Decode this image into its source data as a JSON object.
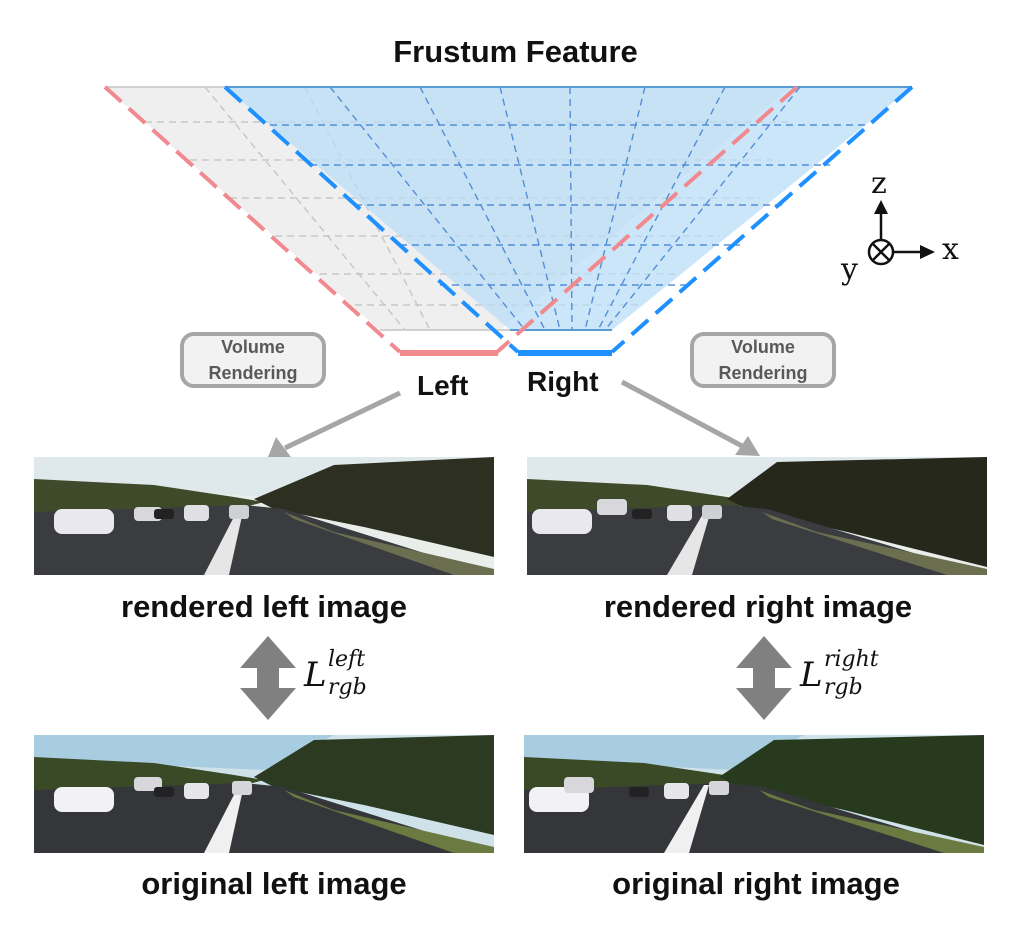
{
  "title": "Frustum Feature",
  "camera_labels": {
    "left": "Left",
    "right": "Right"
  },
  "volume_rendering": {
    "line1": "Volume",
    "line2": "Rendering"
  },
  "axes": {
    "z": "z",
    "y": "y",
    "x": "x"
  },
  "captions": {
    "rendered_left": "rendered left image",
    "rendered_right": "rendered right image",
    "original_left": "original left image",
    "original_right": "original right image"
  },
  "loss_left": {
    "base": "L",
    "sup": "left",
    "sub": "rgb"
  },
  "loss_right": {
    "base": "L",
    "sup": "right",
    "sub": "rgb"
  },
  "colors": {
    "left_camera": "#f08a8f",
    "right_camera": "#1e90ff",
    "frustum_fill": "#cfe6f8",
    "arrow": "#a6a6a6"
  }
}
